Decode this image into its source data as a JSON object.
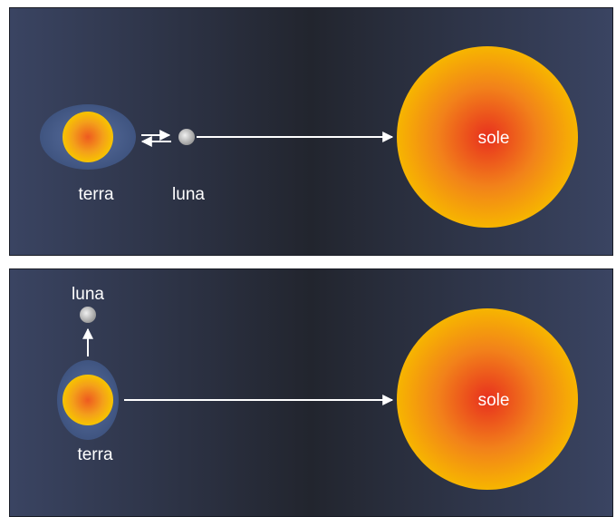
{
  "colors": {
    "background_edge": "#3a4462",
    "background_center": "#22252e",
    "sun_core": "#e8301e",
    "sun_edge": "#f7b500",
    "earth_halo": "#4a5f8e",
    "moon": "#c9c9c9",
    "arrow": "#ffffff",
    "label_text": "#ffffff"
  },
  "panels": [
    {
      "earth_label": "terra",
      "moon_label": "luna",
      "sun_label": "sole"
    },
    {
      "earth_label": "terra",
      "moon_label": "luna",
      "sun_label": "sole"
    }
  ]
}
